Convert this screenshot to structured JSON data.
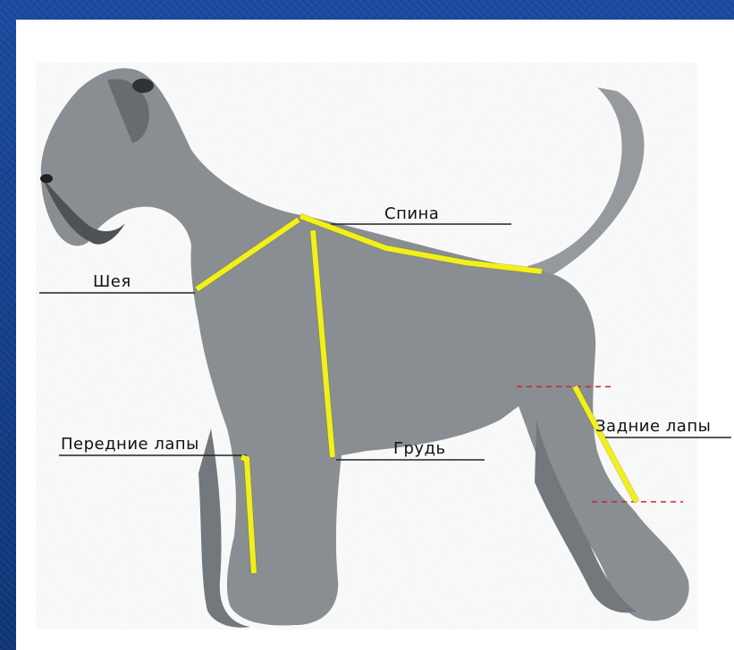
{
  "labels": {
    "back": "Спина",
    "neck": "Шея",
    "front_legs": "Передние лапы",
    "chest": "Грудь",
    "hind_legs": "Задние лапы"
  },
  "colors": {
    "measure_line": "#f2ef1a",
    "guide_dashed": "#d62020",
    "dog_fill": "#8d9296",
    "dog_dark": "#5d6266",
    "leader_line": "#222222",
    "background": "#123a86"
  }
}
